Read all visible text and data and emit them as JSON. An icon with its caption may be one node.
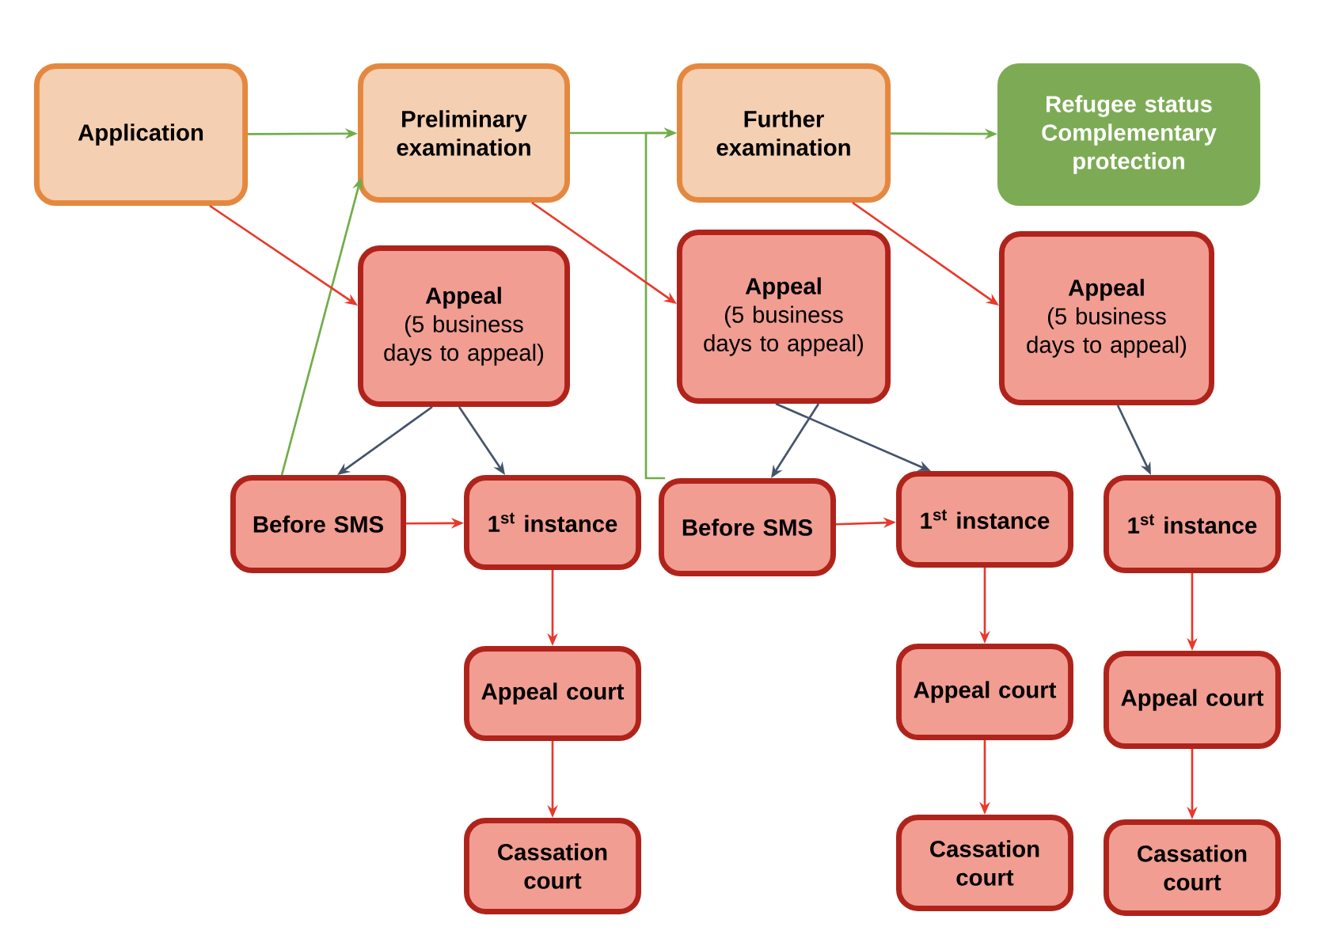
{
  "diagram": {
    "nodes": [
      {
        "text": [
          "Application"
        ]
      },
      {
        "text": [
          "Preliminary examination"
        ]
      },
      {
        "text": [
          "Further examination"
        ]
      },
      {
        "text": [
          "Refugee status Complementary protection"
        ]
      },
      {
        "text": [
          "Appeal",
          "(5 business days to appeal)"
        ]
      },
      {
        "text": [
          "Before SMS"
        ]
      },
      {
        "text": [
          "1$^{st}$ instance"
        ]
      },
      {
        "text": [
          "Appeal court"
        ]
      },
      {
        "text": [
          "Cassation court"
        ]
      },
      {
        "text": [
          "Appeal",
          "(5 business days to appeal)"
        ]
      },
      {
        "text": [
          "Before SMS"
        ]
      },
      {
        "text": [
          "1$^{st}$ instance"
        ]
      },
      {
        "text": [
          "Appeal court"
        ]
      },
      {
        "text": [
          "Cassation court"
        ]
      },
      {
        "text": [
          "Appeal",
          "(5 business days to appeal)"
        ]
      },
      {
        "text": [
          "1$^{st}$ instance"
        ]
      },
      {
        "text": [
          "Appeal court"
        ]
      },
      {
        "text": [
          "Cassation court"
        ]
      }
    ],
    "edges": [
      {
        "from": 0,
        "to": 1,
        "arrow": "to",
        "color": "#70ad47"
      },
      {
        "from": 5,
        "to": 1,
        "arrow": "to",
        "color": "#70ad47"
      },
      {
        "from": 1,
        "to": 2,
        "arrow": "to",
        "color": "#70ad47"
      },
      {
        "from": 10,
        "to": 2,
        "arrow": "to",
        "color": "#70ad47"
      },
      {
        "from": 2,
        "to": 3,
        "arrow": "to",
        "color": "#70ad47"
      },
      {
        "from": 0,
        "to": 4,
        "arrow": "to"
      },
      {
        "from": 1,
        "to": 9,
        "arrow": "to"
      },
      {
        "from": 2,
        "to": 14,
        "arrow": "to"
      },
      {
        "from": 4,
        "to": 5,
        "arrow": "to",
        "color": "#44546a"
      },
      {
        "from": 4,
        "to": 6,
        "arrow": "to",
        "color": "#44546a"
      },
      {
        "from": 5,
        "to": 6,
        "arrow": "to"
      },
      {
        "from": 6,
        "to": 7,
        "arrow": "to"
      },
      {
        "from": 7,
        "to": 8,
        "arrow": "to"
      },
      {
        "from": 9,
        "to": 10,
        "arrow": "to",
        "color": "#44546a"
      },
      {
        "from": 9,
        "to": 11,
        "arrow": "to",
        "color": "#44546a"
      },
      {
        "from": 10,
        "to": 11,
        "arrow": "to"
      },
      {
        "from": 11,
        "to": 12,
        "arrow": "to"
      },
      {
        "from": 12,
        "to": 13,
        "arrow": "to"
      },
      {
        "from": 14,
        "to": 15,
        "arrow": "to",
        "color": "#44546a"
      },
      {
        "from": 15,
        "to": 16,
        "arrow": "to"
      },
      {
        "from": 16,
        "to": 17,
        "arrow": "to"
      }
    ]
  }
}
